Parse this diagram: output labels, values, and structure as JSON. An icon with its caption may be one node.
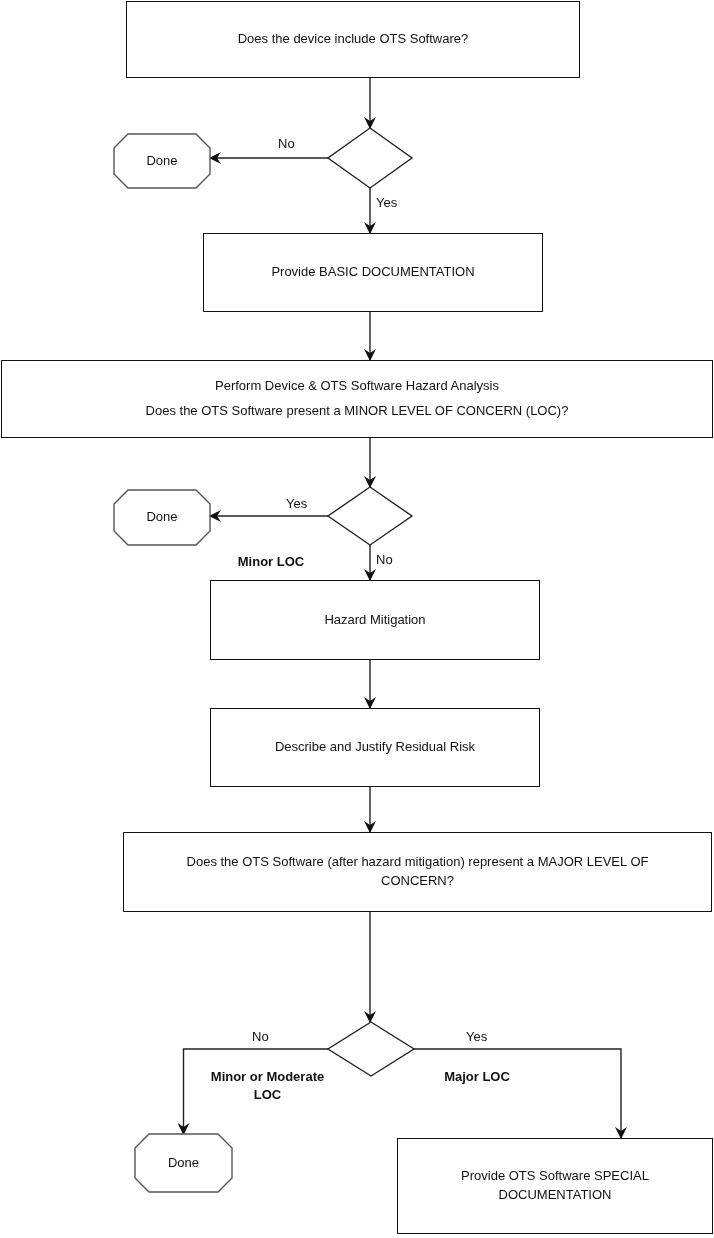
{
  "diagram": {
    "nodes": [
      {
        "text": [
          "Does the device include OTS Software?"
        ]
      },
      {
        "text": [],
        "shape": "diamond"
      },
      {
        "text": [
          "Done"
        ]
      },
      {
        "text": [
          "Provide  BASIC DOCUMENTATION"
        ]
      },
      {
        "text": [
          "Perform Device & OTS Software Hazard Analysis",
          "Does the OTS Software present a MINOR LEVEL OF CONCERN (LOC)?"
        ]
      },
      {
        "text": [],
        "shape": "diamond"
      },
      {
        "text": [
          "Done"
        ]
      },
      {
        "text": [
          "Hazard Mitigation"
        ]
      },
      {
        "text": [
          "Describe and Justify Residual Risk"
        ]
      },
      {
        "text": [
          "Does the OTS Software (after hazard mitigation) represent a MAJOR LEVEL OF CONCERN?"
        ]
      },
      {
        "text": [],
        "shape": "diamond"
      },
      {
        "text": [
          "Done"
        ]
      },
      {
        "text": [
          "Provide OTS Software SPECIAL DOCUMENTATION"
        ]
      }
    ],
    "edges": [
      {
        "from": 0,
        "to": 1,
        "arrow": "to"
      },
      {
        "from": 1,
        "to": 2,
        "arrow": "to",
        "label": "No"
      },
      {
        "from": 1,
        "to": 3,
        "arrow": "to",
        "label": "Yes"
      },
      {
        "from": 3,
        "to": 4,
        "arrow": "to"
      },
      {
        "from": 4,
        "to": 5,
        "arrow": "to"
      },
      {
        "from": 5,
        "to": 6,
        "arrow": "to",
        "label": "Yes"
      },
      {
        "from": 5,
        "to": 7,
        "arrow": "to",
        "label": "No"
      },
      {
        "from": 7,
        "to": 8,
        "arrow": "to"
      },
      {
        "from": 8,
        "to": 9,
        "arrow": "to"
      },
      {
        "from": 9,
        "to": 10,
        "arrow": "to"
      },
      {
        "from": 10,
        "to": 11,
        "arrow": "to",
        "label": "No"
      },
      {
        "from": 10,
        "to": 12,
        "arrow": "to",
        "label": "Yes"
      }
    ],
    "labels": [
      "Minor LOC",
      "Minor or Moderate LOC",
      "Major LOC"
    ]
  }
}
